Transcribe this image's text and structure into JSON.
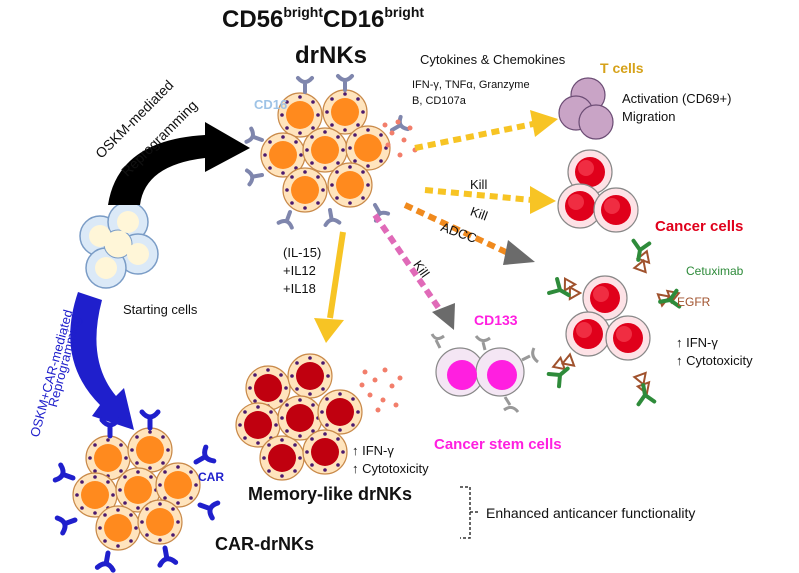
{
  "title": {
    "line1_a": "CD56",
    "line1_sup1": "bright",
    "line1_b": "CD16",
    "line1_sup2": "bright",
    "line2": "drNKs"
  },
  "labels": {
    "cd16": "CD16",
    "cytokines_title": "Cytokines & Chemokines",
    "cytokines_line1": "IFN-γ, TNFα, Granzyme",
    "cytokines_line2": "B, CD107a",
    "t_cells": "T cells",
    "activation": "Activation (CD69+)",
    "migration": "Migration",
    "kill_1": "Kill",
    "kill_2": "Kill",
    "adcc": "ADCC",
    "kill_3": "Kill",
    "cancer_cells": "Cancer cells",
    "cetuximab": "Cetuximab",
    "egfr": "EGFR",
    "ifn_right": "↑ IFN-γ",
    "cyto_right": "↑ Cytotoxicity",
    "cd133": "CD133",
    "cancer_stem": "Cancer stem cells",
    "il15": "(IL-15)",
    "il12": "+IL12",
    "il18": "+IL18",
    "ifn_mem": "↑ IFN-γ",
    "cyto_mem": "↑ Cytotoxicity",
    "memory": "Memory-like drNKs",
    "enhanced": "Enhanced anticancer functionality",
    "car": "CAR",
    "car_drnks": "CAR-drNKs",
    "starting": "Starting cells",
    "osk_line1": "OSKM-mediated",
    "osk_line2": "Reprogramming",
    "car_reprog_line1": "OSKM+CAR-mediated",
    "car_reprog_line2": "Reprogramming"
  },
  "colors": {
    "nk_orange": "#ff8a1e",
    "nk_membrane": "#ffd9a8",
    "dots": "#4b1a6e",
    "cd16": "#8a8fb0",
    "tcell": "#c9a4c6",
    "cancer_red": "#e0001b",
    "stem_magenta": "#ff1fe0",
    "car_blue": "#1f1fcc",
    "arrow_yellow": "#f7c424",
    "arrow_orange": "#f08a1e",
    "arrow_pink": "#e06ab8",
    "starting_cell": "#dbe9f7",
    "title_t_cells": "#d6a21a",
    "cetuximab_green": "#2e8b3a",
    "egfr_brown": "#a0522d"
  }
}
